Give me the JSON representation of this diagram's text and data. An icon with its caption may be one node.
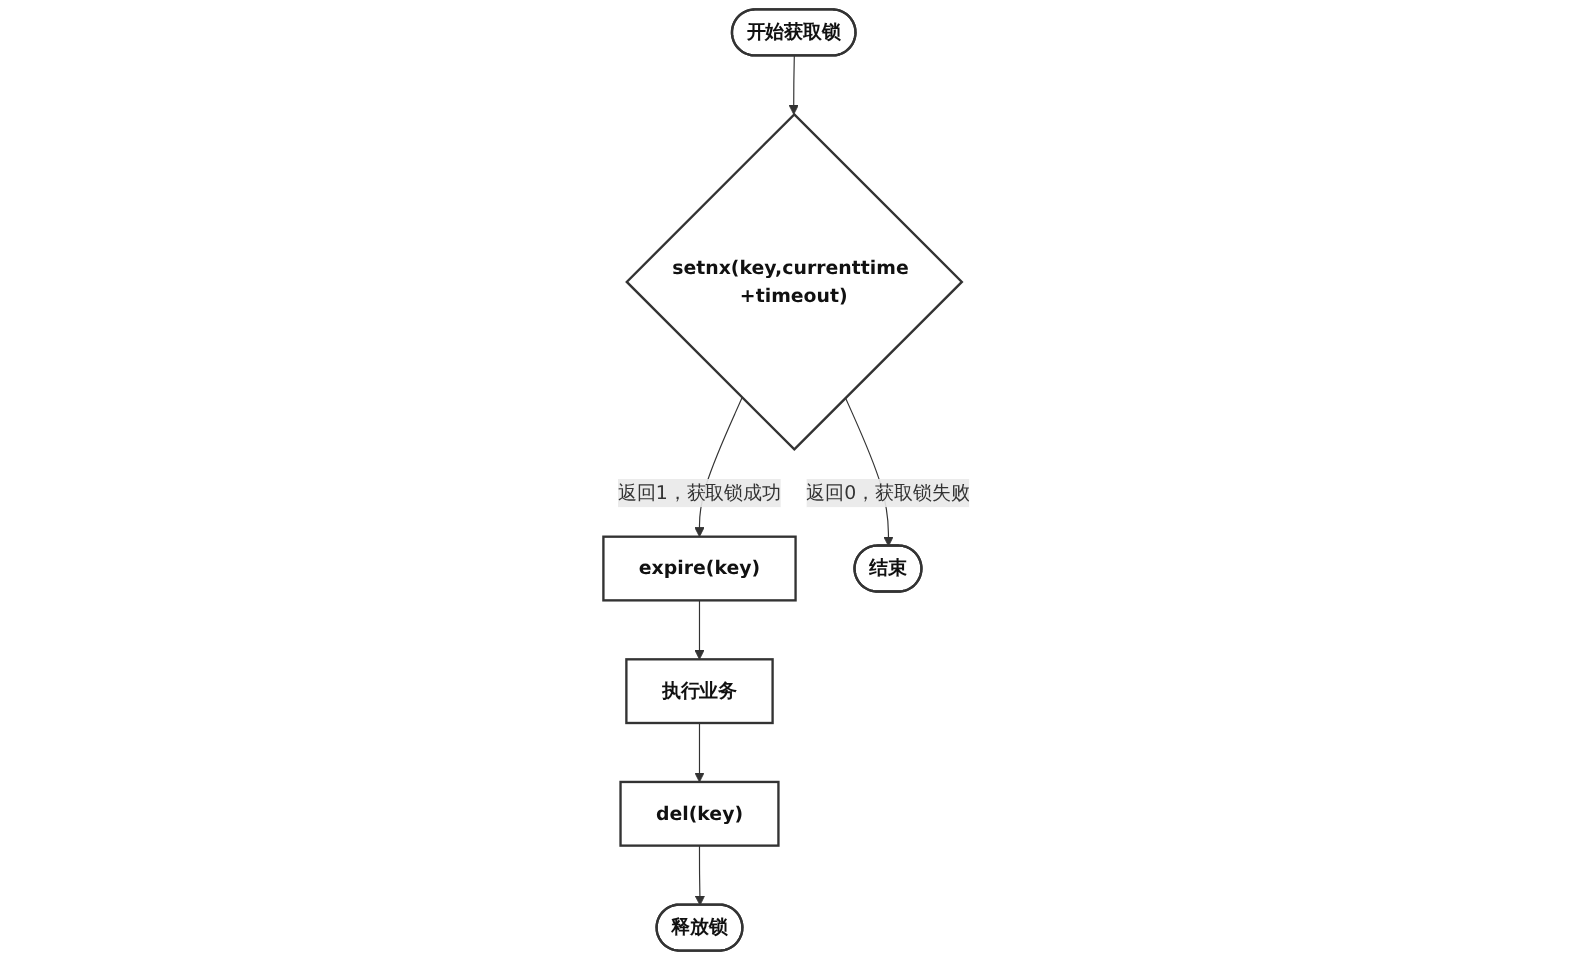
{
  "diagram": {
    "nodes": [
      {
        "text": [
          "开始获取锁"
        ]
      },
      {
        "text": [
          "setnx(key,currenttime +timeout)"
        ]
      },
      {
        "text": [
          "expire(key)"
        ]
      },
      {
        "text": [
          "结束"
        ]
      },
      {
        "text": [
          "执行业务"
        ]
      },
      {
        "text": [
          "del(key)"
        ]
      },
      {
        "text": [
          "释放锁"
        ]
      }
    ],
    "edges": [
      {
        "from": 0,
        "to": 1,
        "arrow": "to"
      },
      {
        "from": 1,
        "to": 2,
        "label": "返回1，获取锁成功",
        "arrow": "to"
      },
      {
        "from": 1,
        "to": 3,
        "label": "返回0，获取锁失败",
        "arrow": "to"
      },
      {
        "from": 2,
        "to": 4,
        "arrow": "to"
      },
      {
        "from": 4,
        "to": 5,
        "arrow": "to"
      },
      {
        "from": 5,
        "to": 6,
        "arrow": "to"
      }
    ]
  }
}
